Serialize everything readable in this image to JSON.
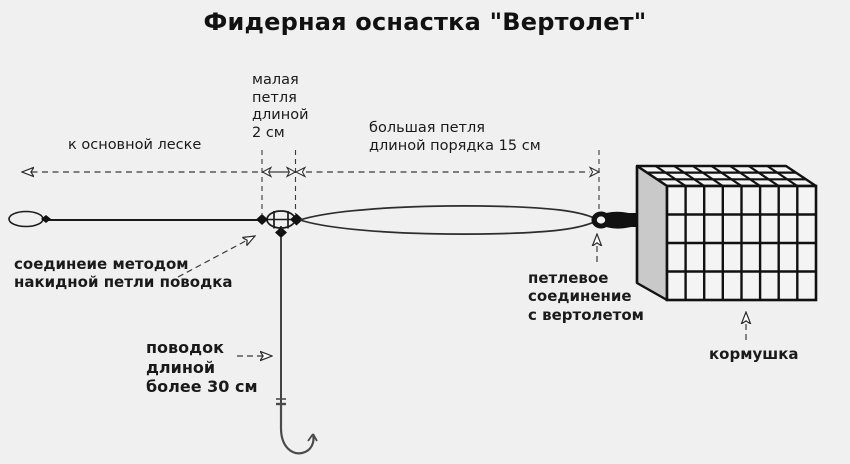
{
  "title": "Фидерная оснастка \"Вертолет\"",
  "labels": {
    "main_line": "к основной леске",
    "small_loop": "малая\nпетля\nдлиной\n2 см",
    "big_loop": "большая петля\nдлиной порядка 15 см",
    "knot_connection": "соединеие методом\nнакидной петли поводка",
    "leader": "поводок\nдлиной\nболее 30 см",
    "loop_connection": "петлевое\nсоединение\nс вертолетом",
    "feeder": "кормушка"
  },
  "dimensions": {
    "small_loop_value": "2 см",
    "big_loop_value": "15 см",
    "leader_value": "более 30 см"
  },
  "colors": {
    "background": "#f0f0f0",
    "line": "#1a1a1a",
    "feeder_side": "#c9c9c9",
    "feeder_face": "#f4f4f4",
    "text": "#1a1a1a"
  },
  "parts": {
    "end_loop": "line-end-loop",
    "swivel": "helicopter-swivel",
    "big_loop_shape": "big-loop-oval",
    "feeder_cage": "feeder-cage",
    "hook": "fishing-hook"
  }
}
